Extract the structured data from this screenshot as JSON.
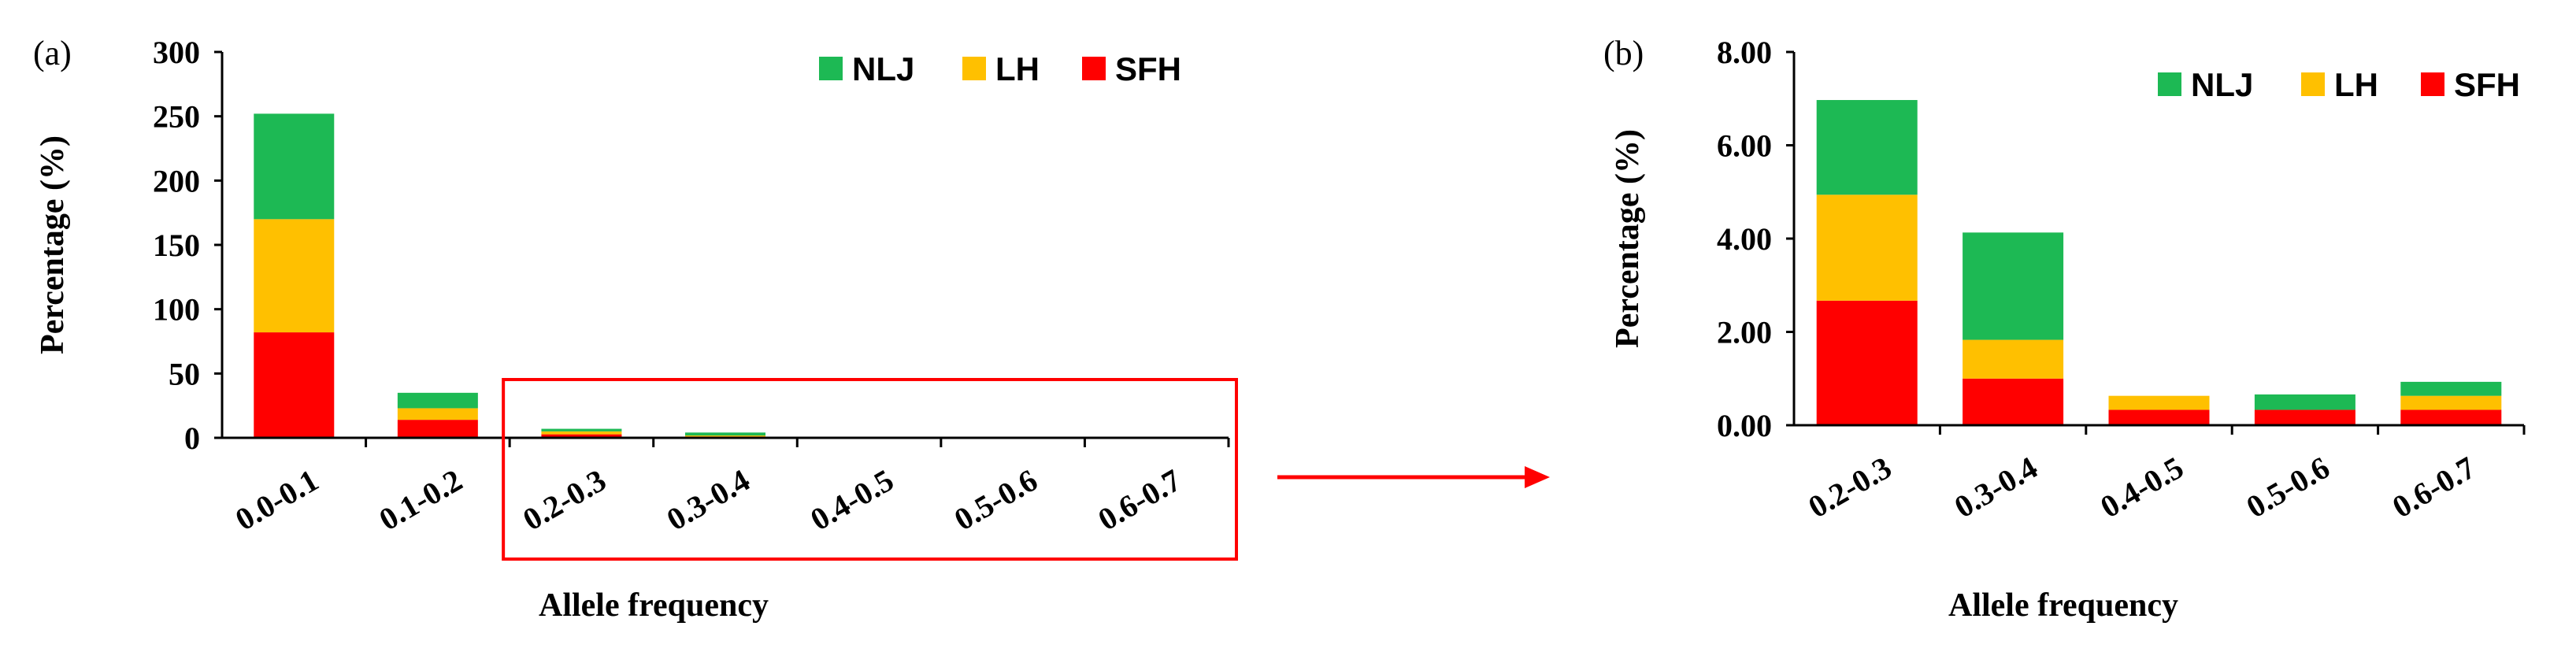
{
  "colors": {
    "NLJ": "#1db954",
    "LH": "#ffc000",
    "SFH": "#ff0000",
    "highlight": "#ff0000",
    "axis": "#000000"
  },
  "chart_data": [
    {
      "type": "bar",
      "stacked": true,
      "panel_label": "(a)",
      "title": "",
      "xlabel": "Allele frequency",
      "ylabel": "Percentage (%)",
      "ylim": [
        0,
        300
      ],
      "yticks": [
        "0",
        "50",
        "100",
        "150",
        "200",
        "250",
        "300"
      ],
      "categories": [
        "0.0-0.1",
        "0.1-0.2",
        "0.2-0.3",
        "0.3-0.4",
        "0.4-0.5",
        "0.5-0.6",
        "0.6-0.7"
      ],
      "legend": [
        "NLJ",
        "LH",
        "SFH"
      ],
      "legend_position": "top-right",
      "series": [
        {
          "name": "SFH",
          "values": [
            82,
            14,
            2.7,
            1.0,
            0.3,
            0.3,
            0.3
          ]
        },
        {
          "name": "LH",
          "values": [
            88,
            9,
            2.3,
            0.8,
            0.3,
            0.0,
            0.3
          ]
        },
        {
          "name": "NLJ",
          "values": [
            82,
            12,
            2.0,
            2.3,
            0.0,
            0.3,
            0.3
          ]
        }
      ]
    },
    {
      "type": "bar",
      "stacked": true,
      "panel_label": "(b)",
      "title": "",
      "xlabel": "Allele frequency",
      "ylabel": "Percentage (%)",
      "ylim": [
        0,
        8
      ],
      "yticks": [
        "0.00",
        "2.00",
        "4.00",
        "6.00",
        "8.00"
      ],
      "categories": [
        "0.2-0.3",
        "0.3-0.4",
        "0.4-0.5",
        "0.5-0.6",
        "0.6-0.7"
      ],
      "legend": [
        "NLJ",
        "LH",
        "SFH"
      ],
      "legend_position": "top-right",
      "series": [
        {
          "name": "SFH",
          "values": [
            2.67,
            1.0,
            0.33,
            0.33,
            0.33
          ]
        },
        {
          "name": "LH",
          "values": [
            2.27,
            0.83,
            0.3,
            0.0,
            0.3
          ]
        },
        {
          "name": "NLJ",
          "values": [
            2.03,
            2.3,
            0.0,
            0.33,
            0.3
          ]
        }
      ]
    }
  ]
}
